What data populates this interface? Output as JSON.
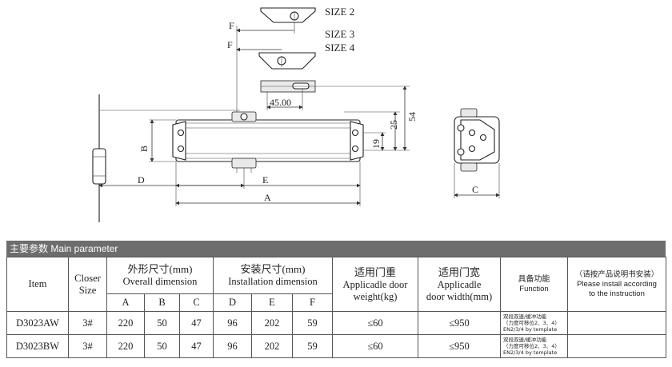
{
  "drawing": {
    "size_2": "SIZE 2",
    "size_3": "SIZE 3",
    "size_4": "SIZE 4",
    "label_f1": "F",
    "label_f2": "F",
    "dim_45": "45.00",
    "dim_54": "54",
    "dim_25": "25",
    "dim_19": "19",
    "label_b": "B",
    "label_d": "D",
    "label_e": "E",
    "label_a": "A",
    "label_c": "C"
  },
  "params": {
    "header": "主要参数  Main parameter",
    "col_item": "Item",
    "col_closer_size_1": "Closer",
    "col_closer_size_2": "Size",
    "col_overall_zh": "外形尺寸(mm)",
    "col_overall_en": "Overall dimension",
    "col_install_zh": "安装尺寸(mm)",
    "col_install_en": "Installation dimension",
    "col_weight_zh": "适用门重",
    "col_weight_en_1": "Applicadle door",
    "col_weight_en_2": "weight(kg)",
    "col_width_zh": "适用门宽",
    "col_width_en_1": "Applicadle",
    "col_width_en_2": "door width(mm)",
    "col_function_zh": "具备功能",
    "col_function_en": "Function",
    "col_note_zh": "（请按产品说明书安装）",
    "col_note_en_1": "Please install according",
    "col_note_en_2": "to the instruction",
    "sub_a": "A",
    "sub_b": "B",
    "sub_c": "C",
    "sub_d": "D",
    "sub_e": "E",
    "sub_f": "F",
    "rows": [
      {
        "item": "D3023AW",
        "size": "3#",
        "a": "220",
        "b": "50",
        "c": "47",
        "d": "96",
        "e": "202",
        "f": "59",
        "weight": "≤60",
        "width": "≤950",
        "func_1": "双段双速/缓冲功能",
        "func_2": "（力度可移位2、3、4）",
        "func_3": "EN2/3/4 by template"
      },
      {
        "item": "D3023BW",
        "size": "3#",
        "a": "220",
        "b": "50",
        "c": "47",
        "d": "96",
        "e": "202",
        "f": "59",
        "weight": "≤60",
        "width": "≤950",
        "func_1": "双段双速/缓冲功能",
        "func_2": "（力度可移位2、3、4）",
        "func_3": "EN2/3/4 by template"
      }
    ]
  }
}
